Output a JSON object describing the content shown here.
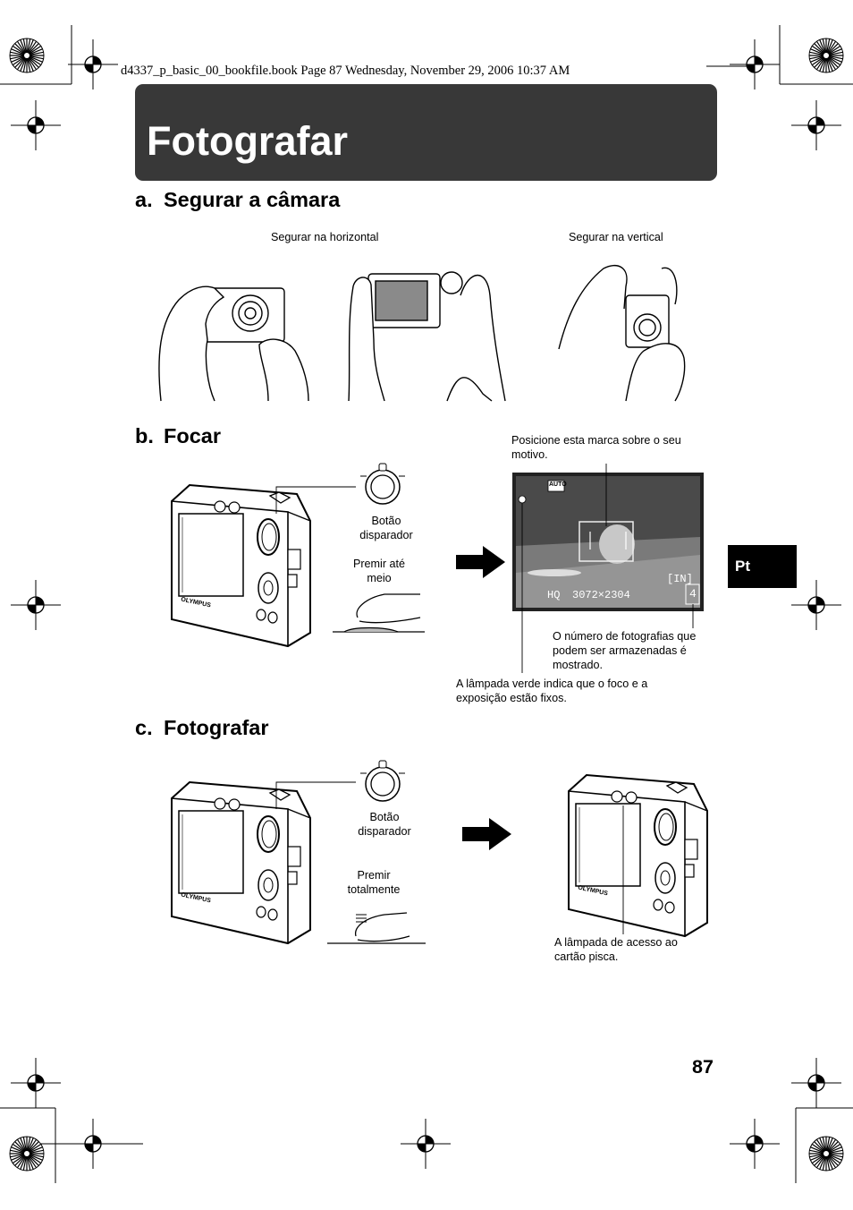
{
  "header": {
    "file_line": "d4337_p_basic_00_bookfile.book  Page 87  Wednesday, November 29, 2006  10:37 AM"
  },
  "title": "Fotografar",
  "sections": {
    "a": {
      "letter": "a.",
      "title": "Segurar a câmara",
      "captions": {
        "horizontal": "Segurar na horizontal",
        "vertical": "Segurar na vertical"
      }
    },
    "b": {
      "letter": "b.",
      "title": "Focar",
      "captions": {
        "shutter": "Botão disparador",
        "half_press": "Premir até meio",
        "position_mark": "Posicione esta marca sobre o seu motivo.",
        "photos_count": "O número de fotografias que podem ser armazenadas é mostrado.",
        "green_lamp": "A lâmpada verde indica que o foco e a exposição estão fixos."
      },
      "lcd": {
        "mode": "AUTO",
        "memory": "[IN]",
        "quality": "HQ",
        "resolution": "3072×2304",
        "count": "4"
      }
    },
    "c": {
      "letter": "c.",
      "title": "Fotografar",
      "captions": {
        "shutter": "Botão disparador",
        "full_press": "Premir totalmente",
        "access_lamp": "A lâmpada de acesso ao cartão pisca."
      }
    }
  },
  "camera_brand": "OLYMPUS",
  "language_tab": "Pt",
  "page_number": "87"
}
